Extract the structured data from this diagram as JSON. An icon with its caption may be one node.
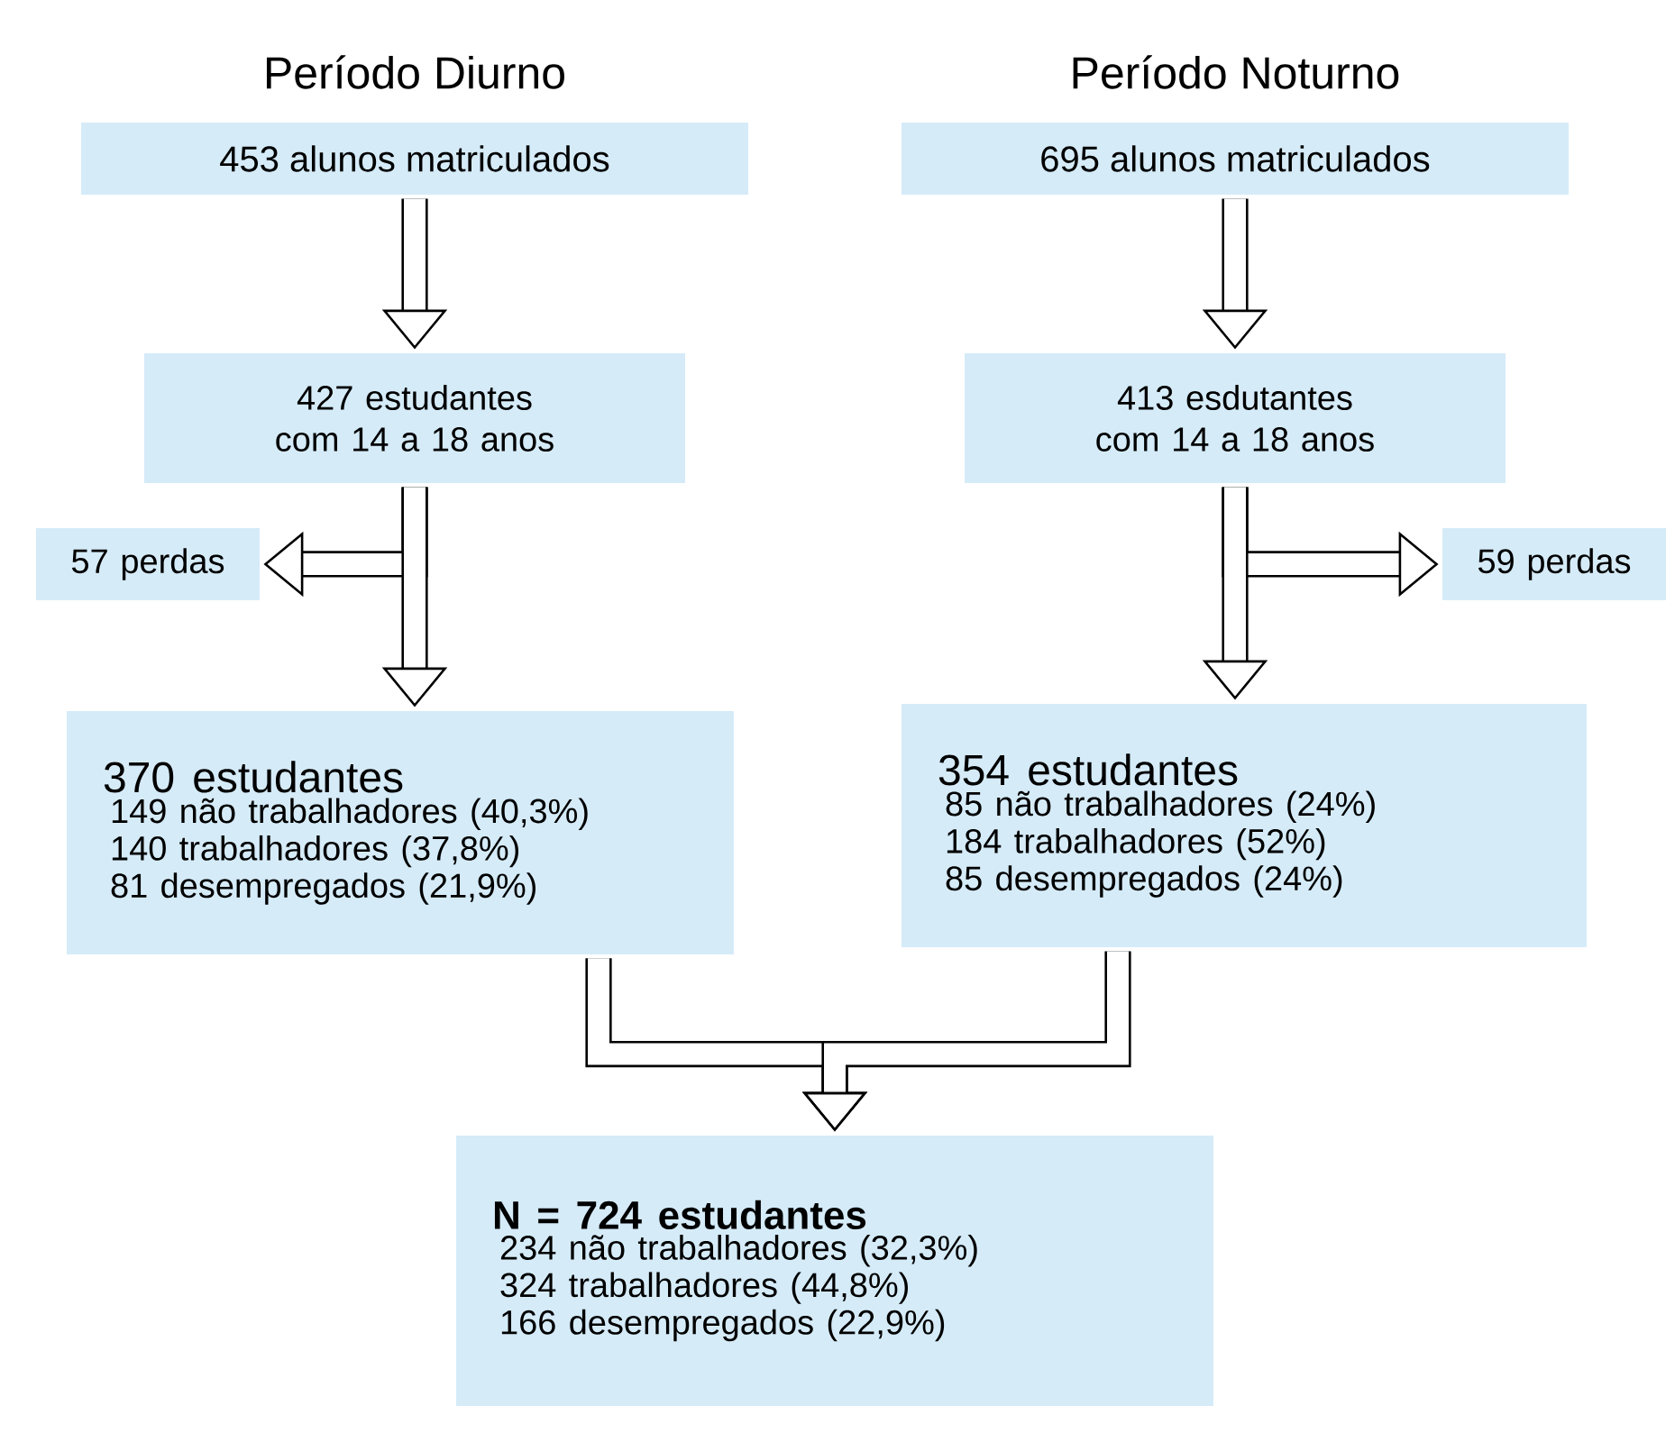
{
  "diagram": {
    "nodes": [
      {
        "text": [
          "Período Diurno",
          "453 alunos matriculados"
        ]
      },
      {
        "text": [
          "Período Noturno",
          "695 alunos matriculados"
        ]
      },
      {
        "text": [
          "427 estudantes com 14 a 18 anos"
        ]
      },
      {
        "text": [
          "413 esdutantes com 14 a 18 anos"
        ]
      },
      {
        "text": [
          "57 perdas"
        ]
      },
      {
        "text": [
          "59 perdas"
        ]
      },
      {
        "text": [
          "370 estudantes",
          "149 não trabalhadores (40,3%)",
          "140 trabalhadores (37,8%)",
          "81 desempregados (21,9%)"
        ]
      },
      {
        "text": [
          "354 estudantes",
          "85 não trabalhadores (24%)",
          "184 trabalhadores (52%)",
          "85 desempregados (24%)"
        ]
      },
      {
        "text": [
          "N = 724 estudantes",
          "234 não trabalhadores (32,3%)",
          "324 trabalhadores (44,8%)",
          "166 desempregados (22,9%)"
        ]
      }
    ],
    "edges": [
      {
        "from": 0,
        "to": 2,
        "arrow": "to"
      },
      {
        "from": 1,
        "to": 3,
        "arrow": "to"
      },
      {
        "from": 2,
        "to": 4,
        "arrow": "to"
      },
      {
        "from": 2,
        "to": 6,
        "arrow": "to"
      },
      {
        "from": 3,
        "to": 5,
        "arrow": "to"
      },
      {
        "from": 3,
        "to": 7,
        "arrow": "to"
      },
      {
        "from": 6,
        "to": 8,
        "arrow": "to"
      },
      {
        "from": 7,
        "to": 8,
        "arrow": "to"
      }
    ]
  }
}
